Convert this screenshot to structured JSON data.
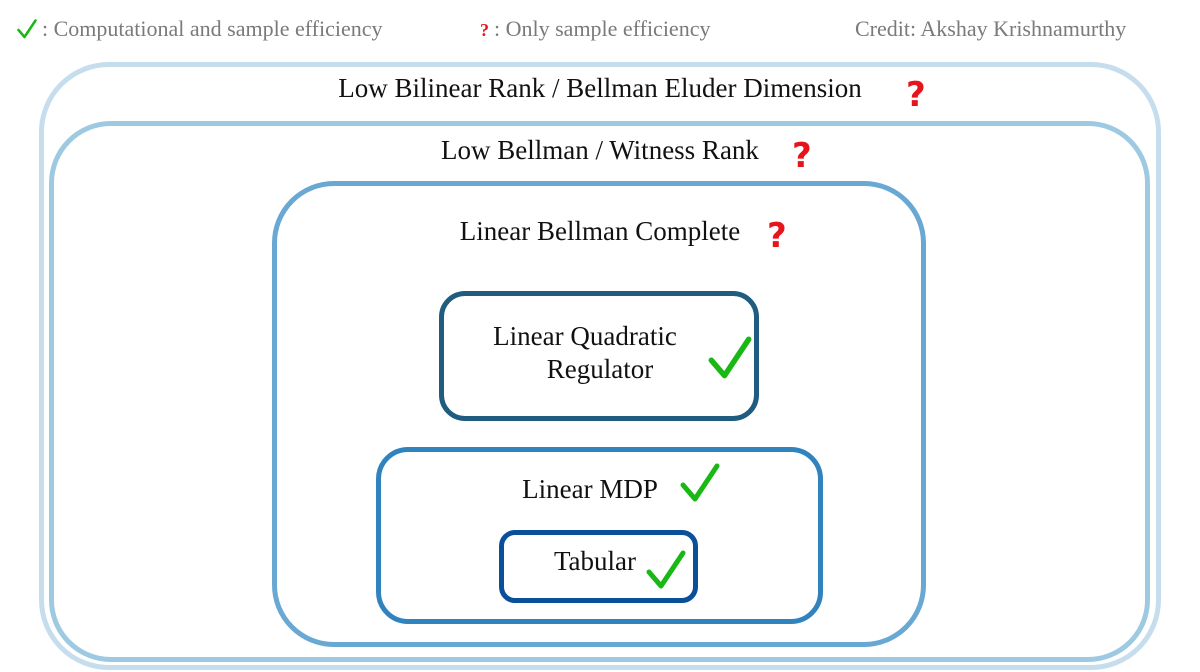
{
  "legend": {
    "check_text": ": Computational and sample efficiency",
    "question_symbol": "?",
    "question_text": ": Only sample efficiency",
    "credit": "Credit: Akshay Krishnamurthy"
  },
  "boxes": {
    "bilinear": {
      "label": "Low Bilinear Rank / Bellman Eluder Dimension",
      "mark": "?"
    },
    "bellman_rank": {
      "label": "Low Bellman / Witness Rank",
      "mark": "?"
    },
    "linear_bc": {
      "label": "Linear Bellman Complete",
      "mark": "?"
    },
    "lqr": {
      "label_line1": "Linear Quadratic",
      "label_line2": "Regulator",
      "mark": "check"
    },
    "linear_mdp": {
      "label": "Linear MDP",
      "mark": "check"
    },
    "tabular": {
      "label": "Tabular",
      "mark": "check"
    }
  },
  "colors": {
    "check": "#19b814",
    "question": "#e8141b"
  }
}
